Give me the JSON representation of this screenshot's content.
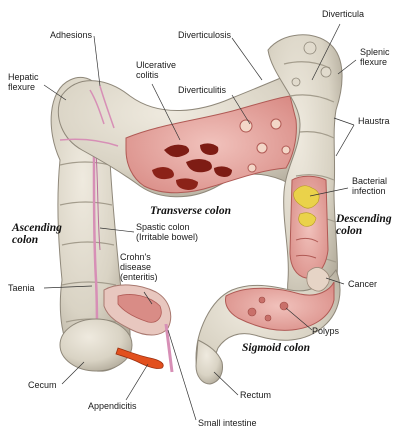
{
  "labels": {
    "adhesions": "Adhesions",
    "diverticulosis": "Diverticulosis",
    "diverticula": "Diverticula",
    "splenic_flexure": "Splenic\nflexure",
    "hepatic_flexure": "Hepatic\nflexure",
    "ulcerative_colitis": "Ulcerative\ncolitis",
    "diverticulitis": "Diverticulitis",
    "haustra": "Haustra",
    "bacterial_infection": "Bacterial\ninfection",
    "transverse_colon": "Transverse colon",
    "ascending_colon": "Ascending\ncolon",
    "descending_colon": "Descending\ncolon",
    "spastic_colon": "Spastic colon\n(Irritable bowel)",
    "crohns_disease": "Crohn's\ndisease\n(enteritis)",
    "taenia": "Taenia",
    "cancer": "Cancer",
    "polyps": "Polyps",
    "sigmoid_colon": "Sigmoid colon",
    "cecum": "Cecum",
    "appendicitis": "Appendicitis",
    "rectum": "Rectum",
    "small_intestine": "Small intestine"
  },
  "colors": {
    "colon_body": "#d9d3c4",
    "colon_shadow": "#b9b2a2",
    "colon_outline": "#8f887a",
    "mucosa": "#e7a9a3",
    "mucosa_dark": "#c9706a",
    "ulcer": "#7e1c14",
    "infection": "#ead24a",
    "appendix": "#e2501e",
    "vessel": "#d78fb6",
    "leader": "#333333"
  }
}
